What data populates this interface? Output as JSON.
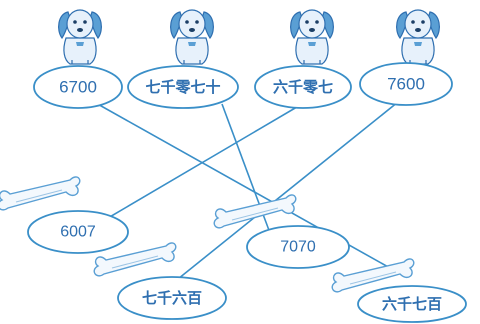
{
  "top_labels": [
    "6700",
    "七千零七十",
    "六千零七",
    "7600"
  ],
  "bottom_labels": [
    "6007",
    "7070",
    "七千六百",
    "六千七百"
  ],
  "colors": {
    "ink": "#2f6fb0",
    "line": "#3a8fc8",
    "dog_body": "#e7f1fb",
    "dog_ear": "#5a9fd4",
    "bone": "#f3f8fd"
  }
}
